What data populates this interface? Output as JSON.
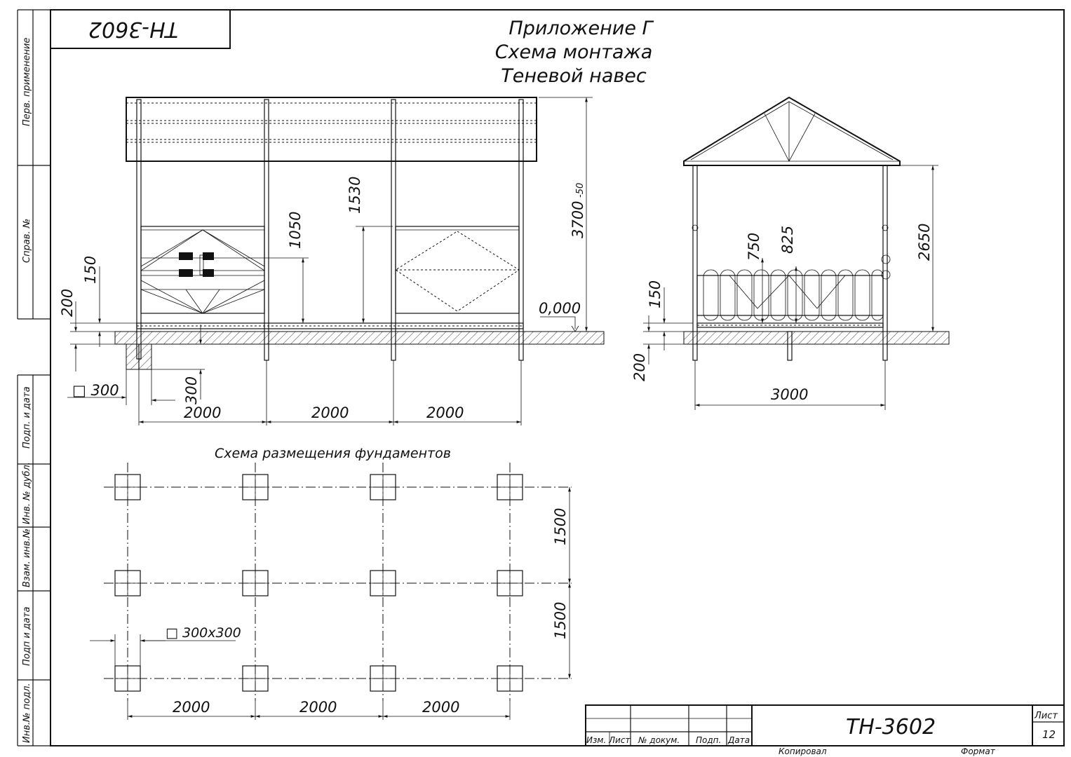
{
  "stamp_rotated": "ТН-3602",
  "title": {
    "line1": "Приложение Г",
    "line2": "Схема монтажа",
    "line3": "Теневой навес"
  },
  "side_labels": [
    "Перв. применение",
    "Справ. №",
    "Подп. и дата",
    "Инв. № дубл.",
    "Взам. инв.№",
    "Подп и дата",
    "Инв.№ подл."
  ],
  "front_view": {
    "dim_height_total": "3700",
    "dim_height_tol": "-50",
    "dim_1530": "1530",
    "dim_1050": "1050",
    "dim_150": "150",
    "dim_200": "200",
    "level": "0,000",
    "foundation_size": "□ 300",
    "foundation_depth": "300",
    "spans": [
      "2000",
      "2000",
      "2000"
    ]
  },
  "side_view": {
    "dim_2650": "2650",
    "dim_750": "750",
    "dim_825": "825",
    "dim_150": "150",
    "dim_200": "200",
    "width": "3000"
  },
  "foundation_plan": {
    "title": "Схема размещения фундаментов",
    "size_label": "□ 300х300",
    "spans_x": [
      "2000",
      "2000",
      "2000"
    ],
    "spans_y": [
      "1500",
      "1500"
    ]
  },
  "title_block": {
    "headers": [
      "Изм.",
      "Лист",
      "№ докум.",
      "Подп.",
      "Дата"
    ],
    "doc_number": "ТН-3602",
    "sheet_label": "Лист",
    "sheet_number": "12",
    "copied": "Копировал",
    "format": "Формат"
  }
}
